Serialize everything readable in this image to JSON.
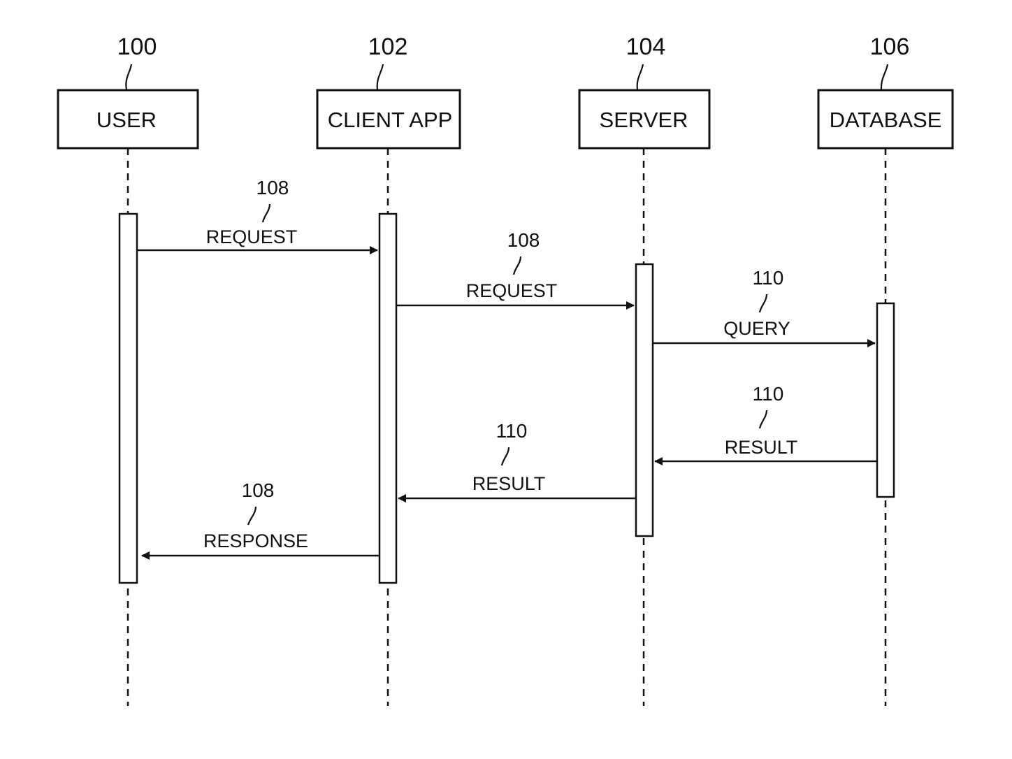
{
  "participants": [
    {
      "ref": "100",
      "label": "USER"
    },
    {
      "ref": "102",
      "label": "CLIENT APP"
    },
    {
      "ref": "104",
      "label": "SERVER"
    },
    {
      "ref": "106",
      "label": "DATABASE"
    }
  ],
  "messages": [
    {
      "ref": "108",
      "label": "REQUEST",
      "from": "USER",
      "to": "CLIENT APP"
    },
    {
      "ref": "108",
      "label": "REQUEST",
      "from": "CLIENT APP",
      "to": "SERVER"
    },
    {
      "ref": "110",
      "label": "QUERY",
      "from": "SERVER",
      "to": "DATABASE"
    },
    {
      "ref": "110",
      "label": "RESULT",
      "from": "DATABASE",
      "to": "SERVER"
    },
    {
      "ref": "110",
      "label": "RESULT",
      "from": "SERVER",
      "to": "CLIENT APP"
    },
    {
      "ref": "108",
      "label": "RESPONSE",
      "from": "CLIENT APP",
      "to": "USER"
    }
  ]
}
